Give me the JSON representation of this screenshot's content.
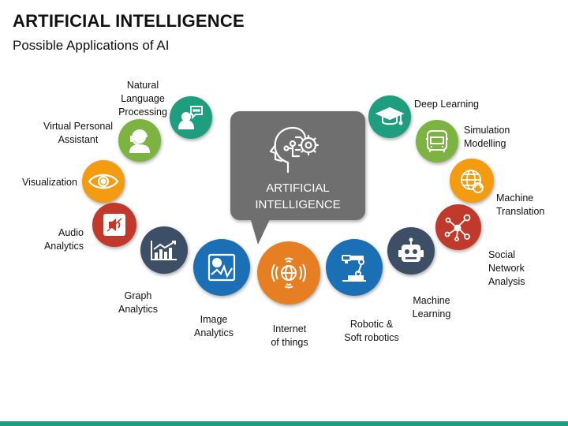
{
  "header": {
    "title": "ARTIFICIAL INTELLIGENCE",
    "subtitle": "Possible Applications of AI"
  },
  "center": {
    "line1": "ARTIFICIAL",
    "line2": "INTELLIGENCE",
    "icon": "ai-head-gear-icon",
    "color": "#6f6f6f"
  },
  "applications": [
    {
      "id": "nlp",
      "lines": [
        "Natural",
        "Language",
        "Processing"
      ],
      "icon": "speech-person-icon",
      "color": "#1e9e7e"
    },
    {
      "id": "vpa",
      "lines": [
        "Virtual Personal",
        "Assistant"
      ],
      "icon": "headset-person-icon",
      "color": "#7cb341"
    },
    {
      "id": "visualization",
      "lines": [
        "Visualization"
      ],
      "icon": "eye-icon",
      "color": "#f39c12"
    },
    {
      "id": "audio",
      "lines": [
        "Audio",
        "Analytics"
      ],
      "icon": "speaker-icon",
      "color": "#c0392b"
    },
    {
      "id": "graph",
      "lines": [
        "Graph",
        "Analytics"
      ],
      "icon": "chart-icon",
      "color": "#3d4f66"
    },
    {
      "id": "image",
      "lines": [
        "Image",
        "Analytics"
      ],
      "icon": "image-chart-icon",
      "color": "#1a6fb5"
    },
    {
      "id": "iot",
      "lines": [
        "Internet",
        "of things"
      ],
      "icon": "globe-signal-icon",
      "color": "#e67e22"
    },
    {
      "id": "robotics",
      "lines": [
        "Robotic &",
        "Soft robotics"
      ],
      "icon": "robot-arm-icon",
      "color": "#1a6fb5"
    },
    {
      "id": "ml",
      "lines": [
        "Machine",
        "Learning"
      ],
      "icon": "robot-head-icon",
      "color": "#3d4f66"
    },
    {
      "id": "sna",
      "lines": [
        "Social",
        "Network",
        "Analysis"
      ],
      "icon": "network-icon",
      "color": "#c0392b"
    },
    {
      "id": "mt",
      "lines": [
        "Machine",
        "Translation"
      ],
      "icon": "globe-translate-icon",
      "color": "#f39c12"
    },
    {
      "id": "sim",
      "lines": [
        "Simulation",
        "Modelling"
      ],
      "icon": "car-icon",
      "color": "#7cb341"
    },
    {
      "id": "dl",
      "lines": [
        "Deep Learning"
      ],
      "icon": "graduation-cap-icon",
      "color": "#1e9e7e"
    }
  ]
}
